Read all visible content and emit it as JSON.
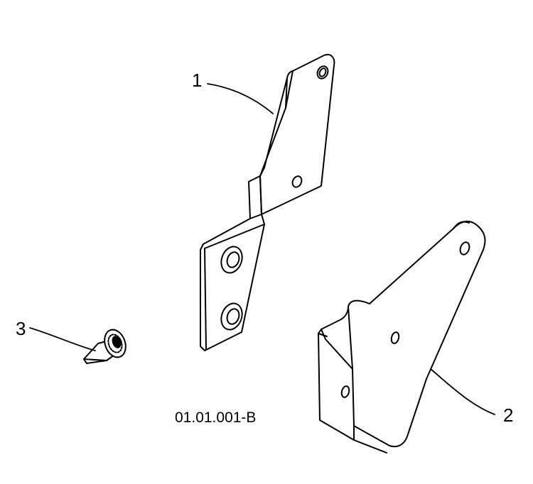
{
  "diagram": {
    "callouts": [
      {
        "id": "1",
        "label": "1"
      },
      {
        "id": "2",
        "label": "2"
      },
      {
        "id": "3",
        "label": "3"
      }
    ],
    "drawing_number": "01.01.001-B"
  }
}
